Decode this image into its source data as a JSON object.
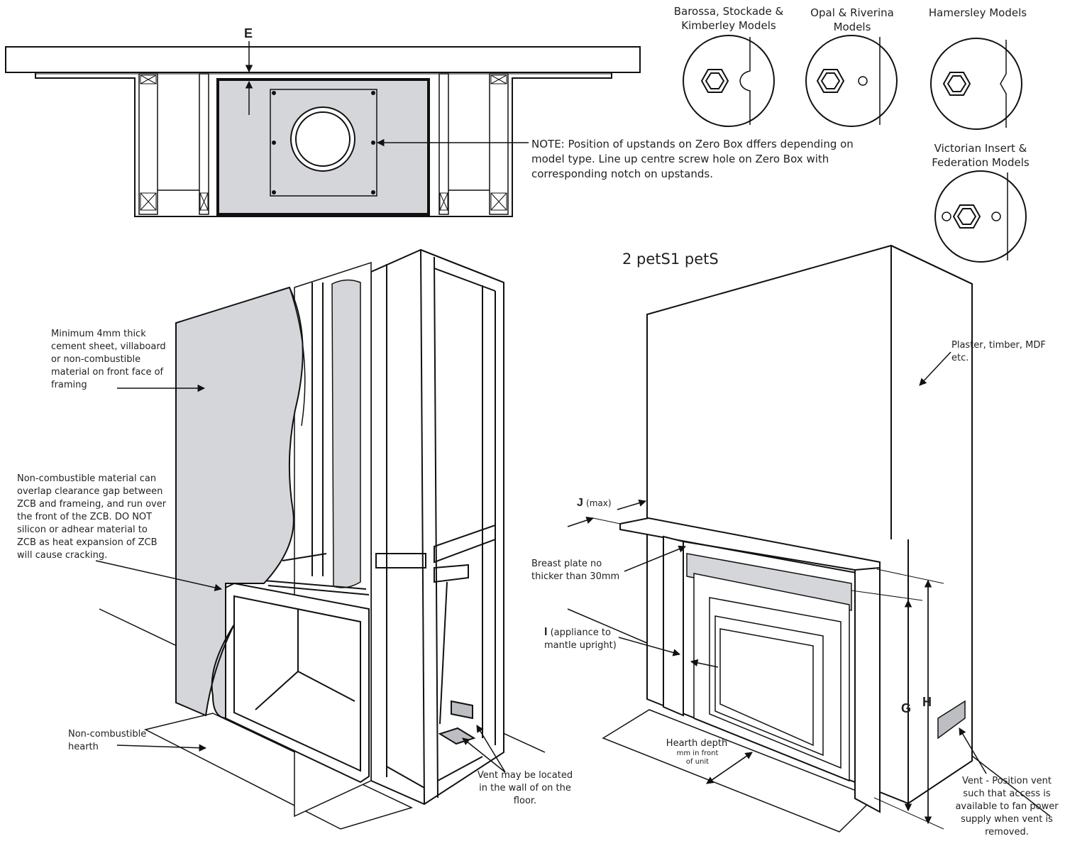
{
  "models": {
    "barossa": "Barossa, Stockade & Kimberley Models",
    "opal": "Opal & Riverina Models",
    "hamersley": "Hamersley Models",
    "victorian": "Victorian Insert & Federation Models"
  },
  "note": "NOTE: Position of upstands on Zero Box dffers depending on model type. Line up centre screw hole on Zero Box with corresponding notch on upstands.",
  "step_heading": "2 petS1 petS",
  "letters": {
    "e": "E",
    "j": "J",
    "i": "I",
    "g": "G",
    "h": "H"
  },
  "left": {
    "cement": "Minimum 4mm thick cement sheet, villaboard or non-combustible material on front face of framing",
    "overlap": "Non-combustible material can overlap clearance gap between ZCB and frameing, and run over the front of the ZCB. DO NOT silicon or adhear material to ZCB as heat expansion of ZCB will cause cracking.",
    "hearth": "Non-combustible hearth",
    "vent": "Vent may be located in the wall of on the floor."
  },
  "right": {
    "plaster": "Plaster, timber, MDF etc.",
    "j_suffix": "(max)",
    "breast": "Breast plate no thicker than 30mm",
    "i_suffix": "(appliance to mantle upright)",
    "hearth_depth": "Hearth depth",
    "hearth_sub": "mm in front of unit",
    "vent": "Vent - Position vent such that access is available to fan power supply when vent is removed."
  }
}
